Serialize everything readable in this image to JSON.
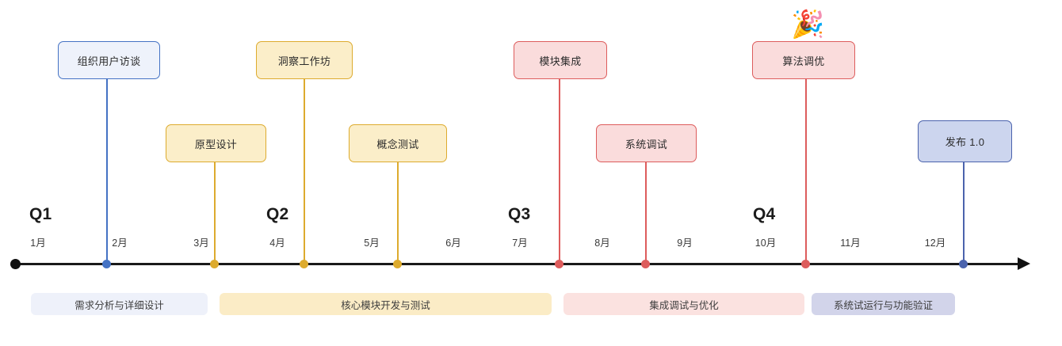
{
  "chart_data": {
    "type": "timeline",
    "title": "",
    "axis": {
      "start_marker": "dot",
      "end_marker": "arrow",
      "months": [
        "1月",
        "2月",
        "3月",
        "4月",
        "5月",
        "6月",
        "7月",
        "8月",
        "9月",
        "10月",
        "11月",
        "12月"
      ],
      "quarters": [
        "Q1",
        "Q2",
        "Q3",
        "Q4"
      ]
    },
    "milestones": [
      {
        "label": "组织用户访谈",
        "month": "2月",
        "row": 1,
        "color": "#4472c4",
        "fill": "#eef2fb"
      },
      {
        "label": "原型设计",
        "month": "3月",
        "row": 2,
        "color": "#ddab2e",
        "fill": "#fbeec9"
      },
      {
        "label": "洞察工作坊",
        "month": "4月",
        "row": 1,
        "color": "#ddab2e",
        "fill": "#fbeec9"
      },
      {
        "label": "概念测试",
        "month": "5月",
        "row": 2,
        "color": "#ddab2e",
        "fill": "#fbeec9"
      },
      {
        "label": "模块集成",
        "month": "7月",
        "row": 1,
        "color": "#dd5c5c",
        "fill": "#fadcdc"
      },
      {
        "label": "系统调试",
        "month": "8月",
        "row": 2,
        "color": "#dd5c5c",
        "fill": "#fadcdc"
      },
      {
        "label": "算法调优",
        "month": "10月",
        "row": 1,
        "color": "#dd5c5c",
        "fill": "#fadcdc"
      },
      {
        "label": "发布 1.0",
        "month": "12月",
        "row": 2,
        "color": "#4b63ad",
        "fill": "#ccd5ee"
      }
    ],
    "phases": [
      {
        "label": "需求分析与详细设计",
        "fill": "#eef1fa"
      },
      {
        "label": "核心模块开发与测试",
        "fill": "#fbecc6"
      },
      {
        "label": "集成调试与优化",
        "fill": "#fbe2e0"
      },
      {
        "label": "系统试运行与功能验证",
        "fill": "#d2d4ea"
      }
    ]
  },
  "months": {
    "m1": "1月",
    "m2": "2月",
    "m3": "3月",
    "m4": "4月",
    "m5": "5月",
    "m6": "6月",
    "m7": "7月",
    "m8": "8月",
    "m9": "9月",
    "m10": "10月",
    "m11": "11月",
    "m12": "12月"
  },
  "quarters": {
    "q1": "Q1",
    "q2": "Q2",
    "q3": "Q3",
    "q4": "Q4"
  },
  "milestones": {
    "m1": "组织用户访谈",
    "m2": "原型设计",
    "m3": "洞察工作坊",
    "m4": "概念测试",
    "m5": "模块集成",
    "m6": "系统调试",
    "m7": "算法调优",
    "m8": "发布 1.0"
  },
  "phases": {
    "p1": "需求分析与详细设计",
    "p2": "核心模块开发与测试",
    "p3": "集成调试与优化",
    "p4": "系统试运行与功能验证"
  },
  "decoration": {
    "celebration": "🎉"
  },
  "colors": {
    "blue_border": "#4472c4",
    "blue_fill": "#eef2fb",
    "yellow_border": "#ddab2e",
    "yellow_fill": "#fbeec9",
    "red_border": "#dd5c5c",
    "red_fill": "#fadcdc",
    "release_border": "#4b63ad",
    "release_fill": "#ccd5ee",
    "axis": "#1a1a1a"
  }
}
